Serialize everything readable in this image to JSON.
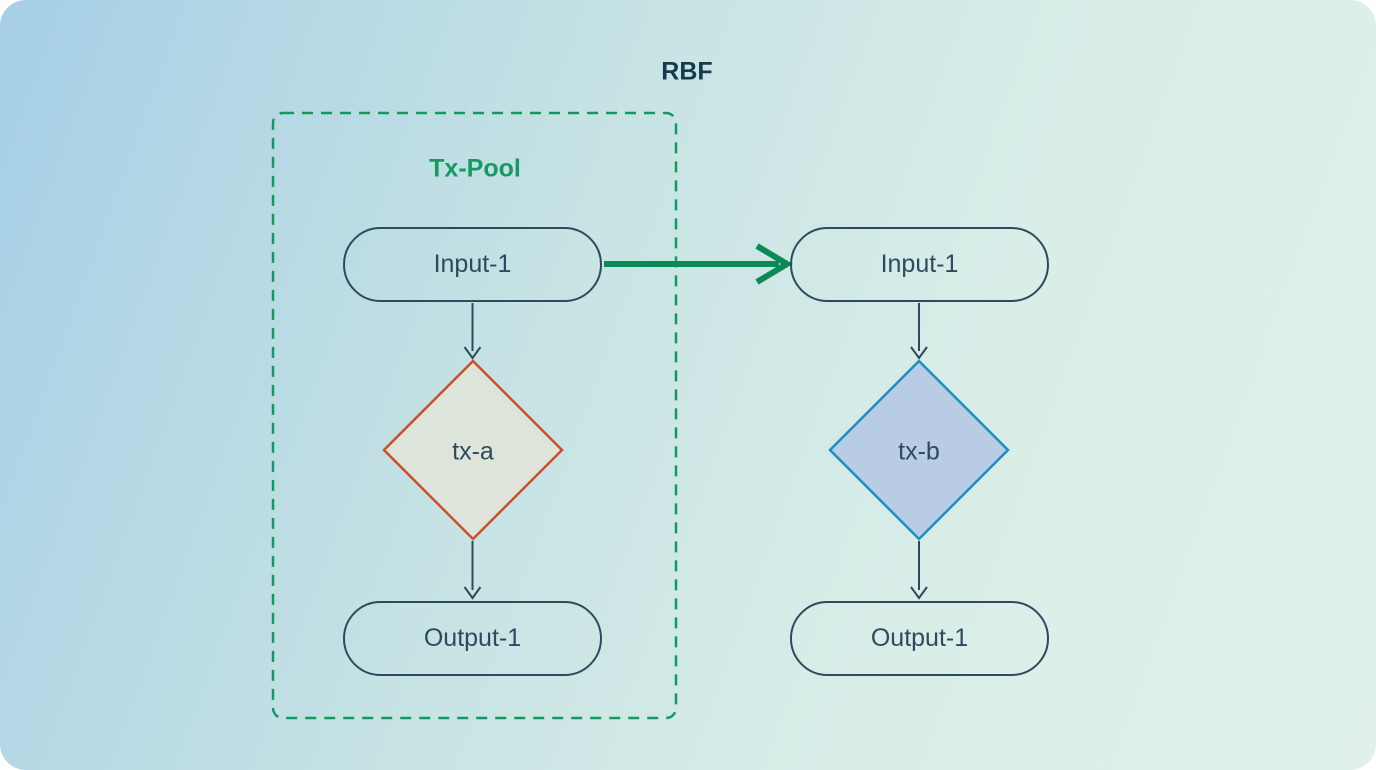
{
  "title": "RBF",
  "pool": {
    "label": "Tx-Pool"
  },
  "left_flow": {
    "input": "Input-1",
    "tx": "tx-a",
    "output": "Output-1"
  },
  "right_flow": {
    "input": "Input-1",
    "tx": "tx-b",
    "output": "Output-1"
  },
  "colors": {
    "background_start": "#a6cfe6",
    "background_end": "#e1f1ea",
    "node_stroke": "#2d4b5f",
    "node_text": "#2d4a5e",
    "title_text": "#143a50",
    "pool_green": "#179a62",
    "arrow_green": "#0b8a56",
    "tx_a_border": "#cd4e2b",
    "tx_a_fill": "#dde5db",
    "tx_b_border": "#1b8fc4",
    "tx_b_fill": "#b9cce6"
  }
}
